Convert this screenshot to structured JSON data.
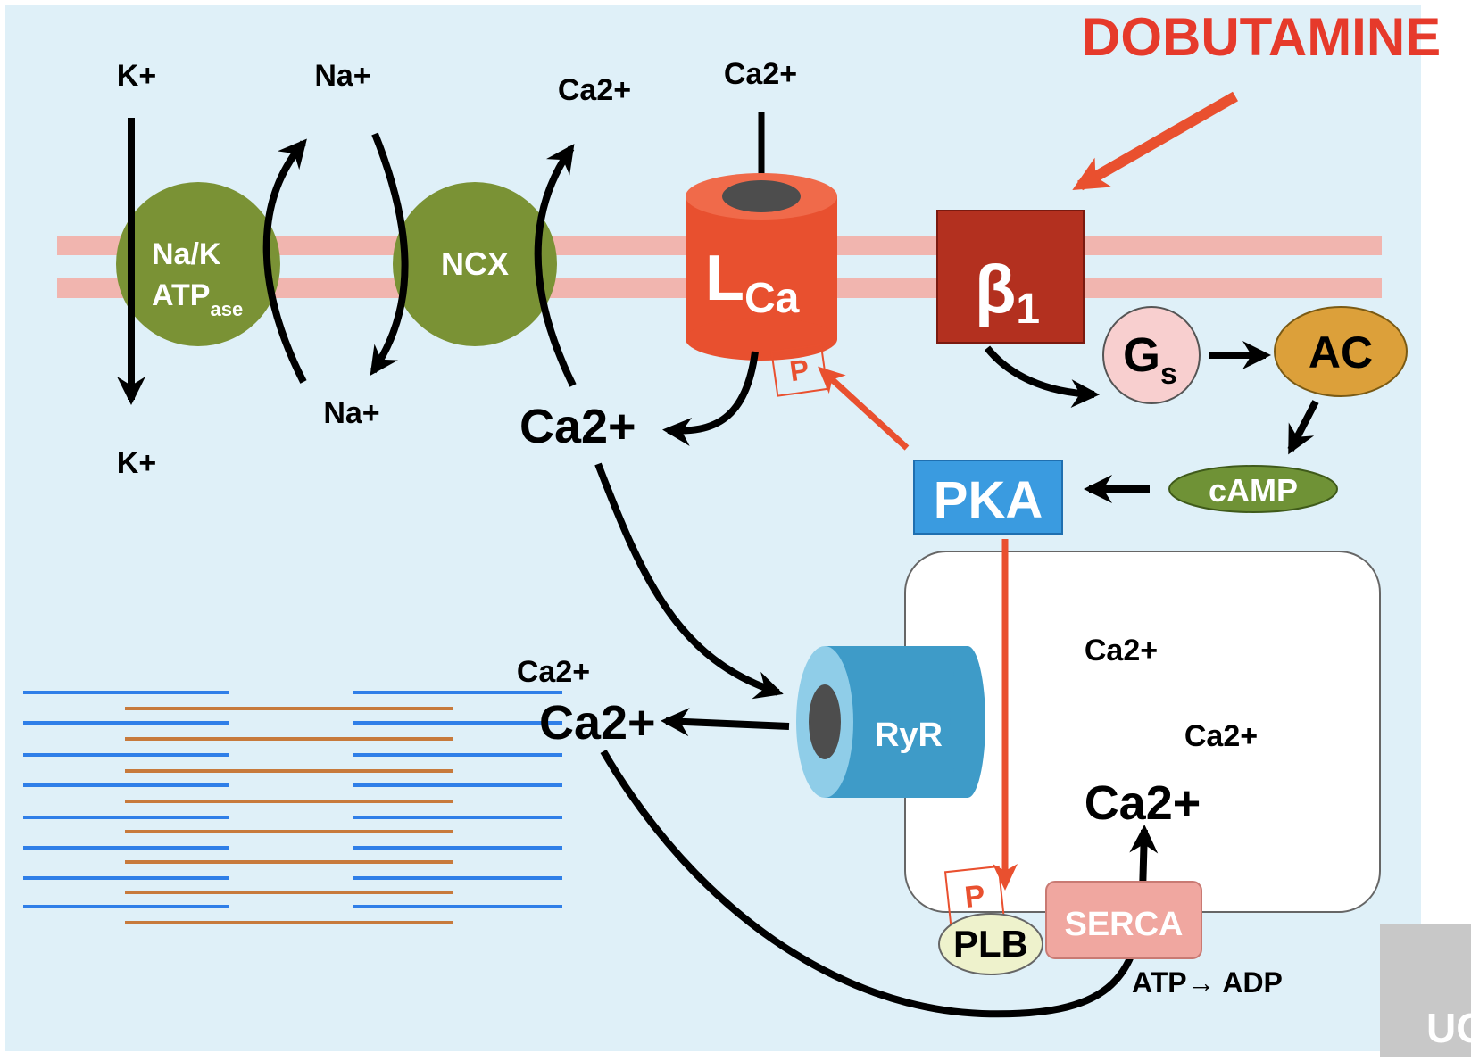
{
  "title": "DOBUTAMINE",
  "ions": {
    "k_top": "K+",
    "k_bottom": "K+",
    "na_top": "Na+",
    "na_bottom": "Na+",
    "ca_ncx_out": "Ca2+",
    "ca_lca_out": "Ca2+",
    "ca_cyto_main": "Ca2+",
    "ca_ryr_small": "Ca2+",
    "ca_ryr_release": "Ca2+",
    "ca_sr_1": "Ca2+",
    "ca_sr_2": "Ca2+",
    "ca_sr_3": "Ca2+"
  },
  "pump": {
    "line1": "Na/K",
    "line2": "ATP",
    "sub": "ase"
  },
  "ncx": "NCX",
  "lca": {
    "main": "L",
    "sub": "Ca"
  },
  "beta": {
    "main": "β",
    "sub": "1"
  },
  "gs": {
    "main": "G",
    "sub": "s"
  },
  "ac": "AC",
  "camp": "cAMP",
  "pka": "PKA",
  "ryr": "RyR",
  "plb": "PLB",
  "serca": "SERCA",
  "phospho": {
    "lca": "P",
    "plb": "P"
  },
  "atp_adp": "ATP→ ADP",
  "logo": "UC",
  "colors": {
    "background": "#dff0f8",
    "membrane": "#f3aea6",
    "green": "#7a9235",
    "lca": "#e8502f",
    "beta": "#b3301f",
    "gs": "#f8cfcf",
    "ac": "#dca03a",
    "camp": "#6f9236",
    "pka": "#3a9be0",
    "ryr": "#3e9bc8",
    "plb": "#eef2cc",
    "serca": "#f0a7a0",
    "red_arrow": "#e9502f",
    "title": "#e63a2b",
    "myofilament_blue": "#2f7fe8",
    "myofilament_orange": "#c77a3c"
  }
}
